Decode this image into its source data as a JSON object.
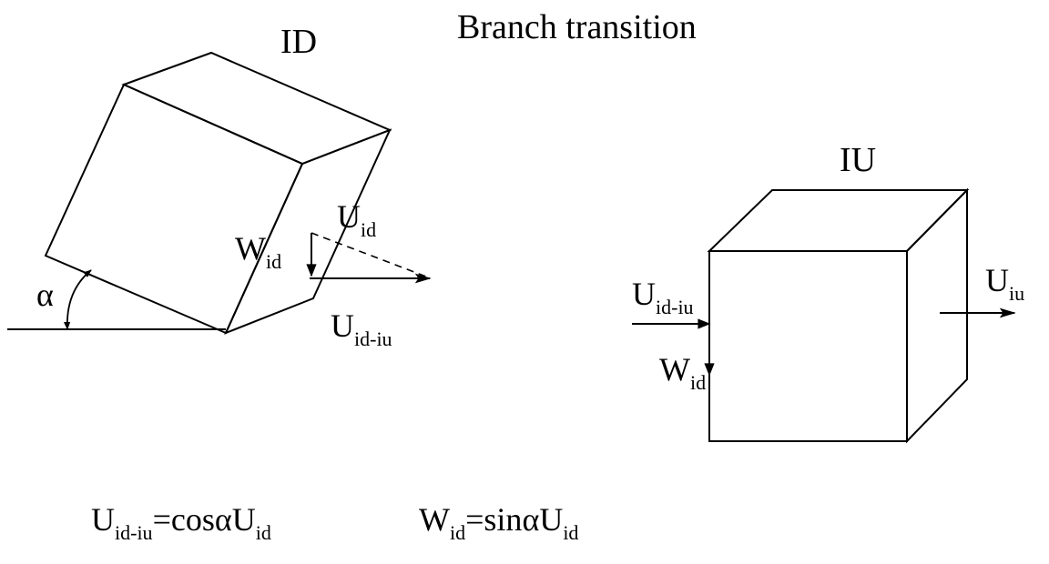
{
  "title": "Branch transition",
  "left_block": {
    "name": "ID",
    "angle_symbol": "α",
    "velocity_U": {
      "base": "U",
      "sub": "id"
    },
    "velocity_W": {
      "base": "W",
      "sub": "id"
    },
    "velocity_U_transfer": {
      "base": "U",
      "sub": "id-iu"
    }
  },
  "right_block": {
    "name": "IU",
    "velocity_U_transfer": {
      "base": "U",
      "sub": "id-iu"
    },
    "velocity_W": {
      "base": "W",
      "sub": "id"
    },
    "velocity_U_out": {
      "base": "U",
      "sub": "iu"
    }
  },
  "equations": [
    {
      "lhs_base": "U",
      "lhs_sub": "id-iu",
      "eq": "=cos",
      "alpha": "α",
      "rhs_base": "U",
      "rhs_sub": "id"
    },
    {
      "lhs_base": "W",
      "lhs_sub": "id",
      "eq": "=sin",
      "alpha": "α",
      "rhs_base": "U",
      "rhs_sub": "id"
    }
  ]
}
